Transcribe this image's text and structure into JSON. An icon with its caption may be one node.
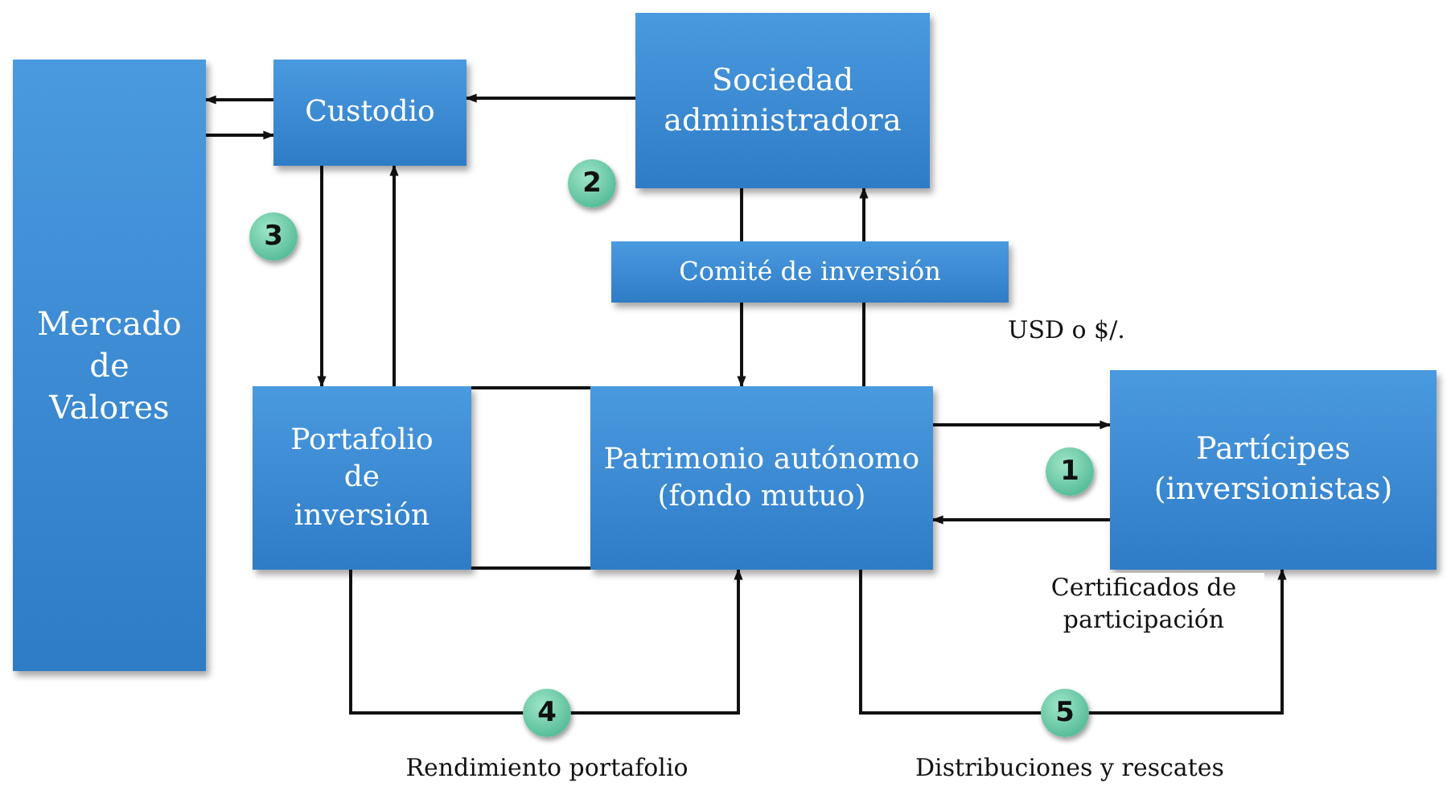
{
  "diagram": {
    "nodes": [
      {
        "text": [
          "Mercado de Valores"
        ]
      },
      {
        "text": [
          "Custodio"
        ]
      },
      {
        "text": [
          "Sociedad administradora"
        ]
      },
      {
        "text": [
          "Comité de inversión"
        ]
      },
      {
        "text": [
          "Portafolio de inversión"
        ]
      },
      {
        "text": [
          "Patrimonio autónomo (fondo mutuo)"
        ]
      },
      {
        "text": [
          "Partícipes (inversionistas)"
        ]
      }
    ],
    "edges": [
      {
        "from": 1,
        "to": 0,
        "arrow": "to"
      },
      {
        "from": 0,
        "to": 1,
        "arrow": "to"
      },
      {
        "from": 2,
        "to": 1,
        "arrow": "to"
      },
      {
        "from": 1,
        "to": 4,
        "arrow": "to"
      },
      {
        "from": 4,
        "to": 1,
        "arrow": "to"
      },
      {
        "from": 2,
        "to": 3,
        "arrow": "none"
      },
      {
        "from": 3,
        "to": 5,
        "arrow": "to"
      },
      {
        "from": 5,
        "to": 3,
        "arrow": "none"
      },
      {
        "from": 3,
        "to": 2,
        "arrow": "to"
      },
      {
        "from": 4,
        "to": 5,
        "arrow": "none"
      },
      {
        "from": 4,
        "to": 5,
        "arrow": "none"
      },
      {
        "from": 5,
        "to": 6,
        "arrow": "to",
        "label": "USD o $/."
      },
      {
        "from": 6,
        "to": 5,
        "arrow": "to",
        "label": "Certificados de participación"
      },
      {
        "from": 4,
        "to": 5,
        "arrow": "to",
        "label": "Rendimiento portafolio"
      },
      {
        "from": 5,
        "to": 6,
        "arrow": "to",
        "label": "Distribuciones y rescates"
      }
    ],
    "labels": [
      "2",
      "3",
      "1",
      "4",
      "5"
    ]
  }
}
